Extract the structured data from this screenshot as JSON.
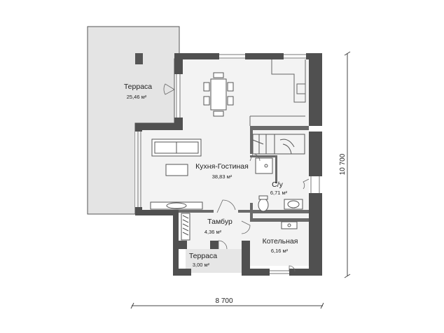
{
  "rooms": [
    {
      "name": "Терраса",
      "area": "25,46 м²"
    },
    {
      "name": "Кухня-Гостиная",
      "area": "38,83 м²"
    },
    {
      "name": "С/у",
      "area": "6,71 м²"
    },
    {
      "name": "Тамбур",
      "area": "4,36 м²"
    },
    {
      "name": "Котельная",
      "area": "6,16 м²"
    },
    {
      "name": "Терраса",
      "area": "3,00 м²"
    }
  ],
  "dimensions": {
    "width": "8 700",
    "height": "10 700"
  },
  "colors": {
    "wall": "#505050",
    "terrace_fill": "#e4e4e4",
    "interior_fill": "#f2f2f2",
    "line": "#555555"
  }
}
